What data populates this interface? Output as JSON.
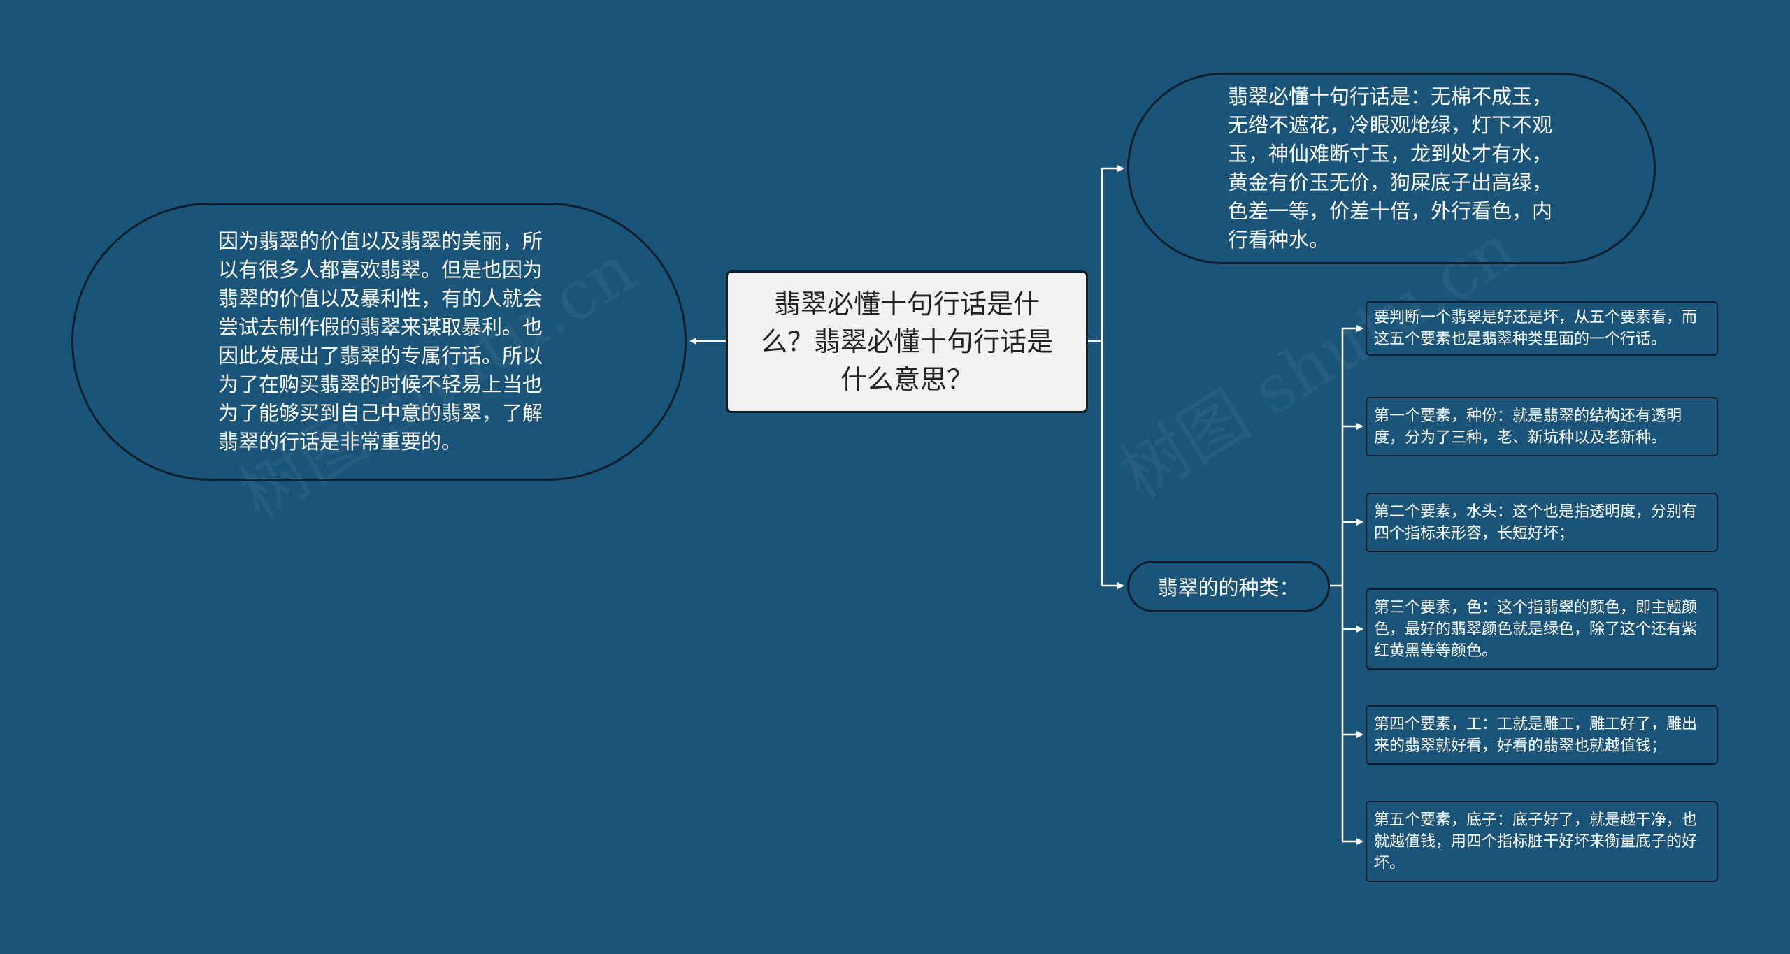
{
  "center": {
    "text": "翡翠必懂十句行话是什么？翡翠必懂十句行话是什么意思？"
  },
  "left": {
    "text": "因为翡翠的价值以及翡翠的美丽，所以有很多人都喜欢翡翠。但是也因为翡翠的价值以及暴利性，有的人就会尝试去制作假的翡翠来谋取暴利。也因此发展出了翡翠的专属行话。所以为了在购买翡翠的时候不轻易上当也为了能够买到自己中意的翡翠，了解翡翠的行话是非常重要的。"
  },
  "top_right": {
    "text": "翡翠必懂十句行话是：无棉不成玉，无绺不遮花，冷眼观炝绿，灯下不观玉，神仙难断寸玉，龙到处才有水，黄金有价玉无价，狗屎底子出高绿，色差一等，价差十倍，外行看色，内行看种水。"
  },
  "branch": {
    "label": "翡翠的的种类："
  },
  "leaves": [
    "要判断一个翡翠是好还是坏，从五个要素看，而这五个要素也是翡翠种类里面的一个行话。",
    "第一个要素，种份：就是翡翠的结构还有透明度，分为了三种，老、新坑种以及老新种。",
    "第二个要素，水头：这个也是指透明度，分别有四个指标来形容，长短好坏；",
    "第三个要素，色：这个指翡翠的颜色，即主题颜色，最好的翡翠颜色就是绿色，除了这个还有紫红黄黑等等颜色。",
    "第四个要素，工：工就是雕工，雕工好了，雕出来的翡翠就好看，好看的翡翠也就越值钱；",
    "第五个要素，底子：底子好了，就是越干净，也就越值钱，用四个指标脏干好坏来衡量底子的好坏。"
  ],
  "watermarks": [
    "树图 shutu.cn",
    "树图 shutu.cn"
  ],
  "colors": {
    "background": "#1b5479",
    "center_fill": "#f2f2f2",
    "border": "#0c1f2b",
    "line": "#ffffff"
  }
}
